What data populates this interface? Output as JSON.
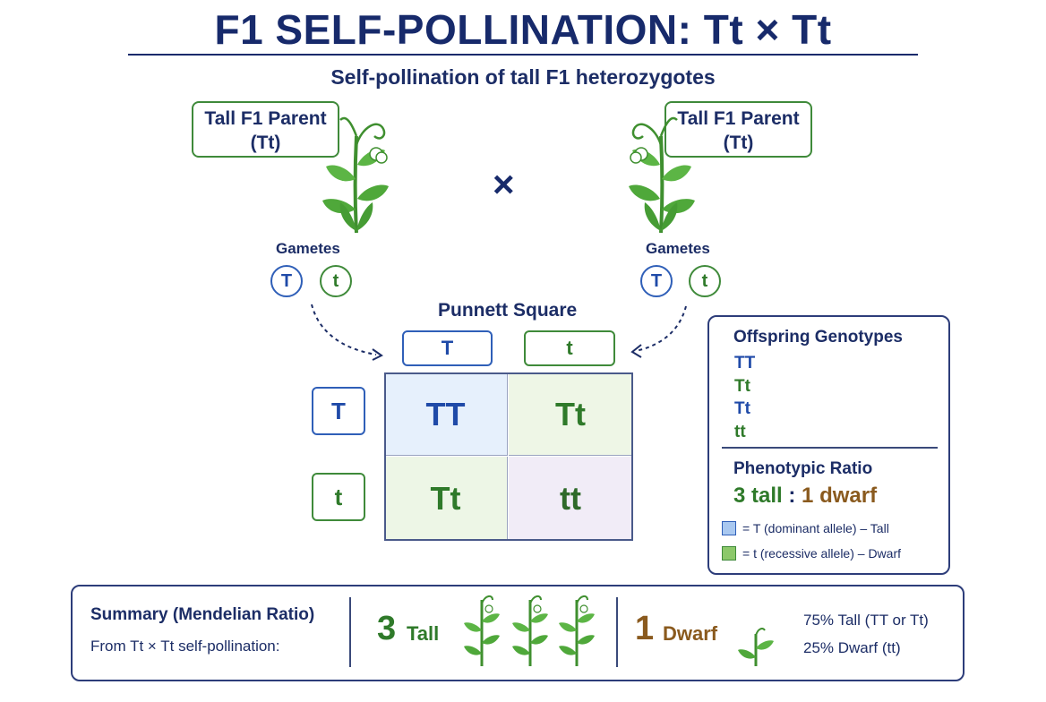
{
  "title": "F1 SELF-POLLINATION: Tt × Tt",
  "subtitle": "Self-pollination of tall F1 heterozygotes",
  "parents": {
    "left": {
      "line1": "Tall F1 Parent",
      "line2": "(Tt)"
    },
    "right": {
      "line1": "Tall F1 Parent",
      "line2": "(Tt)"
    },
    "cross_symbol": "×"
  },
  "gametes": {
    "label": "Gametes",
    "left": [
      "T",
      "t"
    ],
    "right": [
      "T",
      "t"
    ]
  },
  "punnett": {
    "title": "Punnett Square",
    "col_headers": [
      "T",
      "t"
    ],
    "row_headers": [
      "T",
      "t"
    ],
    "cells": [
      [
        "TT",
        "Tt"
      ],
      [
        "Tt",
        "tt"
      ]
    ]
  },
  "info_panel": {
    "genotypes_heading": "Offspring Genotypes",
    "genotypes": [
      "TT",
      "Tt",
      "Tt",
      "tt"
    ],
    "ratio_heading": "Phenotypic Ratio",
    "ratio_tall": "3 tall",
    "ratio_sep": ":",
    "ratio_dwarf": "1 dwarf",
    "legend": [
      {
        "text": "= T (dominant allele) – Tall",
        "color": "#a9c8f0"
      },
      {
        "text": "= t (recessive allele) – Dwarf",
        "color": "#8cc86a"
      }
    ]
  },
  "summary": {
    "heading": "Summary (Mendelian Ratio)",
    "sub": "From Tt × Tt self-pollination:",
    "tall_count": "3",
    "tall_label": "Tall",
    "dwarf_count": "1",
    "dwarf_label": "Dwarf",
    "pct_tall": "75% Tall (TT or Tt)",
    "pct_dwarf": "25% Dwarf (tt)"
  },
  "colors": {
    "navy": "#172a6b",
    "blue_allele": "#1f4aa8",
    "green_allele": "#2f7a2a",
    "dwarf_brown": "#8a5a1e",
    "plant_green": "#4fa83a"
  }
}
